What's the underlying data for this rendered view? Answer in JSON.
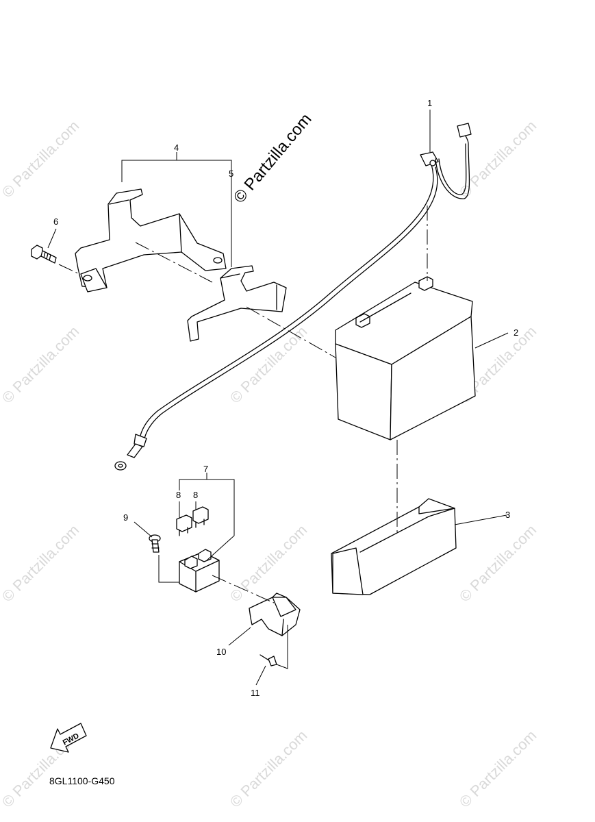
{
  "watermark": {
    "main_text": "© Partzilla.com",
    "repeat_text": "© Partzilla.com"
  },
  "callouts": [
    "1",
    "2",
    "3",
    "4",
    "5",
    "6",
    "7",
    "8",
    "8",
    "9",
    "10",
    "11"
  ],
  "fwd_label": "FWD",
  "diagram_code": "8GL1100-G450"
}
